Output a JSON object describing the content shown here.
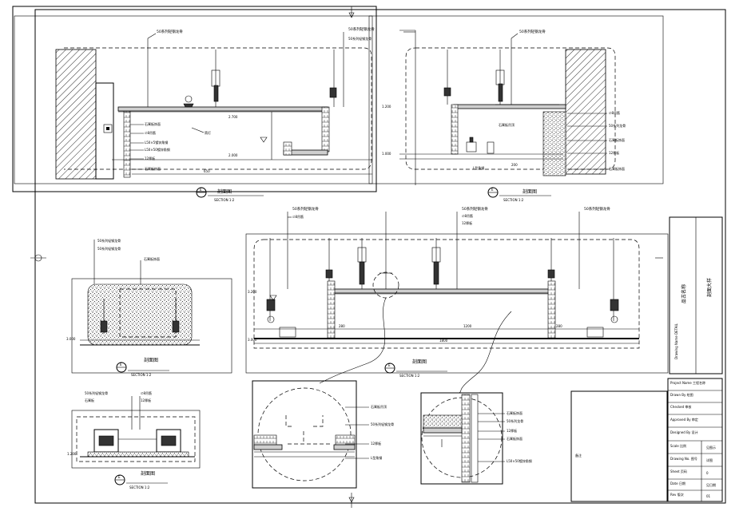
{
  "sections": {
    "top_left": {
      "title": "剖面图",
      "scale": "SECTION 1:2",
      "tag": "E",
      "top_callout": "50系列轻钢龙骨",
      "right_callout": "50系列轻钢龙骨",
      "left_labels": [
        "石膏板饰面",
        "∅8吊筋",
        "L50×5镀锌角钢",
        "L50×50镀锌角钢",
        "12厚板",
        "石膏板饰面"
      ],
      "lamp": "筒灯",
      "level_high": "2.700",
      "level_low": "2.000",
      "dim": "650"
    },
    "top_right": {
      "title": "剖面图",
      "scale": "SECTION 1:2",
      "tag": "E",
      "top_callout": "50系列轻钢龙骨",
      "mid_callout": "50系列轻钢龙骨",
      "inner_label": "石膏板吊顶",
      "bottom_label": "L型角钢",
      "right_labels": [
        "∅8吊筋",
        "50系列龙骨",
        "石膏板饰面",
        "12厚板",
        "石膏板饰面"
      ],
      "level_high": "1.200",
      "level_low": "1.000",
      "dim": "200"
    },
    "middle": {
      "title": "剖面图",
      "scale": "SECTION 1:2",
      "tag": "E",
      "callouts": [
        "50系列轻钢龙骨",
        "∅8吊筋",
        "50系列轻钢龙骨",
        "∅8吊筋",
        "12厚板",
        "50系列轻钢龙骨"
      ],
      "level_high": "3.200",
      "level_low": "3.000",
      "dims": [
        "280",
        "1200",
        "280",
        "1800"
      ]
    },
    "left_mid": {
      "title": "剖面图",
      "scale": "SECTION 1:2",
      "tag": "E",
      "callouts": [
        "50系列轻钢龙骨",
        "50系列轻钢龙骨",
        "石膏板饰面"
      ],
      "level": "3.000"
    },
    "left_bottom": {
      "title": "剖面图",
      "scale": "SECTION 1:2",
      "tag": "E",
      "callouts": [
        "50系列轻钢龙骨",
        "∅8吊筋",
        "石膏板",
        "12厚板"
      ],
      "level": "1.200"
    },
    "detail_a": {
      "callouts": [
        "石膏板吊顶",
        "50系列轻钢龙骨",
        "12厚板",
        "L型角钢"
      ]
    },
    "detail_b": {
      "callouts": [
        "石膏板饰面",
        "50系列龙骨",
        "12厚板",
        "石膏板饰面",
        "L50×50镀锌角钢"
      ]
    }
  },
  "title_block": {
    "vertical_title": "品古名称",
    "vertical_subtitle": "剖面大样",
    "vertical_note": "Drawing Name DETAIL",
    "remark": "备注",
    "rows": [
      {
        "label": "Project Name 工程名称",
        "value": ""
      },
      {
        "label": "Drawn By 绘图",
        "value": ""
      },
      {
        "label": "Checked 审核",
        "value": ""
      },
      {
        "label": "Approved By 审定",
        "value": ""
      },
      {
        "label": "Designed By 设计",
        "value": ""
      },
      {
        "label": "Scale 比例",
        "value": "见图示"
      },
      {
        "label": "Drawing No. 图号",
        "value": "详图"
      },
      {
        "label": "Sheet 页码",
        "value": "0"
      },
      {
        "label": "Date 日期",
        "value": "见日期"
      },
      {
        "label": "Rev 版次",
        "value": "01"
      }
    ]
  }
}
